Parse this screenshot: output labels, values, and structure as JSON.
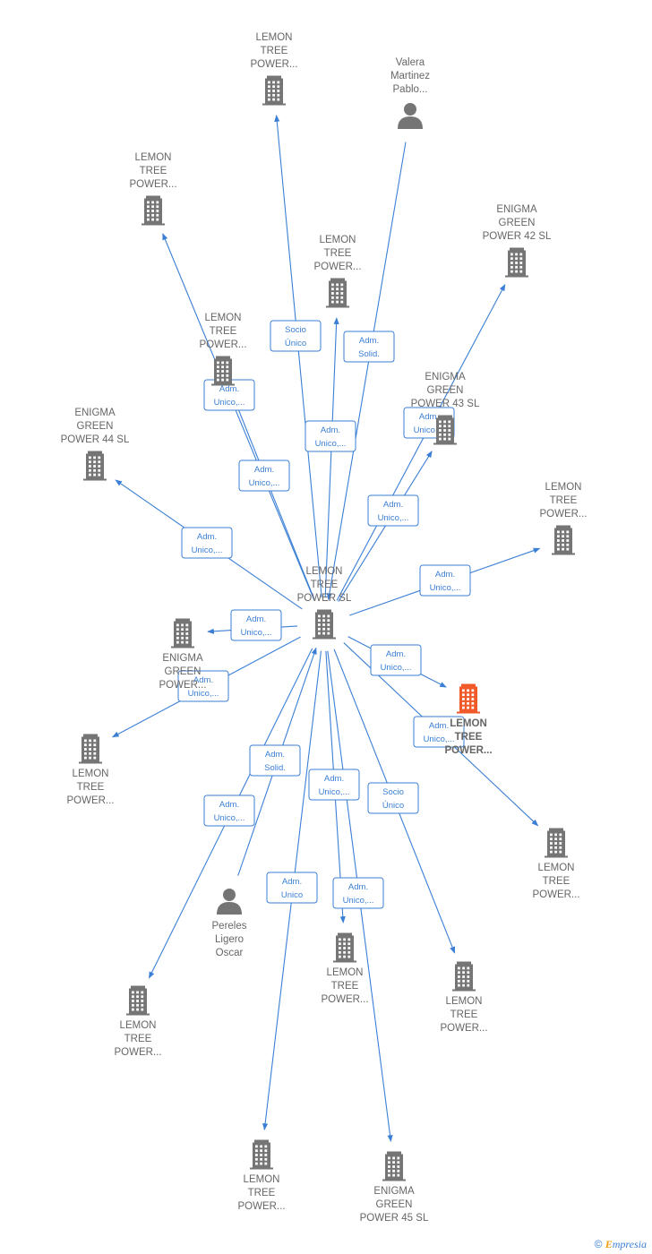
{
  "nodes": {
    "center": {
      "type": "company",
      "highlight": false,
      "label": [
        "LEMON",
        "TREE",
        "POWER SL"
      ]
    },
    "n_top": {
      "type": "company",
      "highlight": false,
      "label": [
        "LEMON",
        "TREE",
        "POWER..."
      ]
    },
    "n_valera": {
      "type": "person",
      "highlight": false,
      "label": [
        "Valera",
        "Martinez",
        "Pablo..."
      ]
    },
    "n_lt_upleft": {
      "type": "company",
      "highlight": false,
      "label": [
        "LEMON",
        "TREE",
        "POWER..."
      ]
    },
    "n_lt_upmid": {
      "type": "company",
      "highlight": false,
      "label": [
        "LEMON",
        "TREE",
        "POWER..."
      ]
    },
    "n_eg42": {
      "type": "company",
      "highlight": false,
      "label": [
        "ENIGMA",
        "GREEN",
        "POWER 42 SL"
      ]
    },
    "n_lt_midleft": {
      "type": "company",
      "highlight": false,
      "label": [
        "LEMON",
        "TREE",
        "POWER..."
      ]
    },
    "n_eg43": {
      "type": "company",
      "highlight": false,
      "label": [
        "ENIGMA",
        "GREEN",
        "POWER 43 SL"
      ]
    },
    "n_eg44": {
      "type": "company",
      "highlight": false,
      "label": [
        "ENIGMA",
        "GREEN",
        "POWER 44 SL"
      ]
    },
    "n_lt_right": {
      "type": "company",
      "highlight": false,
      "label": [
        "LEMON",
        "TREE",
        "POWER..."
      ]
    },
    "n_eg_left": {
      "type": "company",
      "highlight": false,
      "label": [
        "ENIGMA",
        "GREEN",
        "POWER..."
      ]
    },
    "n_highlight": {
      "type": "company",
      "highlight": true,
      "label": [
        "LEMON",
        "TREE",
        "POWER..."
      ]
    },
    "n_lt_left2": {
      "type": "company",
      "highlight": false,
      "label": [
        "LEMON",
        "TREE",
        "POWER..."
      ]
    },
    "n_lt_right2": {
      "type": "company",
      "highlight": false,
      "label": [
        "LEMON",
        "TREE",
        "POWER..."
      ]
    },
    "n_pereles": {
      "type": "person",
      "highlight": false,
      "label": [
        "Pereles",
        "Ligero",
        "Oscar"
      ]
    },
    "n_lt_bot_mid": {
      "type": "company",
      "highlight": false,
      "label": [
        "LEMON",
        "TREE",
        "POWER..."
      ]
    },
    "n_lt_bot_right": {
      "type": "company",
      "highlight": false,
      "label": [
        "LEMON",
        "TREE",
        "POWER..."
      ]
    },
    "n_lt_bot_left": {
      "type": "company",
      "highlight": false,
      "label": [
        "LEMON",
        "TREE",
        "POWER..."
      ]
    },
    "n_lt_bottom": {
      "type": "company",
      "highlight": false,
      "label": [
        "LEMON",
        "TREE",
        "POWER..."
      ]
    },
    "n_eg45": {
      "type": "company",
      "highlight": false,
      "label": [
        "ENIGMA",
        "GREEN",
        "POWER 45 SL"
      ]
    }
  },
  "edges": [
    {
      "from": "center",
      "to": "n_top",
      "label": [
        "Socio",
        "Único"
      ]
    },
    {
      "from": "n_valera",
      "to": "center",
      "label": [
        "Adm.",
        "Solid."
      ]
    },
    {
      "from": "center",
      "to": "n_lt_upleft",
      "label": [
        "Adm.",
        "Unico,..."
      ]
    },
    {
      "from": "center",
      "to": "n_lt_upmid",
      "label": [
        "Adm.",
        "Unico,..."
      ]
    },
    {
      "from": "center",
      "to": "n_eg42",
      "label": [
        "Adm.",
        "Unico,..."
      ]
    },
    {
      "from": "center",
      "to": "n_lt_midleft",
      "label": [
        "Adm.",
        "Unico,..."
      ]
    },
    {
      "from": "center",
      "to": "n_eg43",
      "label": [
        "Adm.",
        "Unico,..."
      ]
    },
    {
      "from": "center",
      "to": "n_eg44",
      "label": [
        "Adm.",
        "Unico,..."
      ]
    },
    {
      "from": "center",
      "to": "n_lt_right",
      "label": [
        "Adm.",
        "Unico,..."
      ]
    },
    {
      "from": "center",
      "to": "n_eg_left",
      "label": [
        "Adm.",
        "Unico,..."
      ]
    },
    {
      "from": "center",
      "to": "n_highlight",
      "label": [
        "Adm.",
        "Unico,..."
      ]
    },
    {
      "from": "center",
      "to": "n_lt_left2",
      "label": [
        "Adm.",
        "Unico,..."
      ]
    },
    {
      "from": "center",
      "to": "n_lt_right2",
      "label": [
        "Adm.",
        "Unico,..."
      ]
    },
    {
      "from": "n_pereles",
      "to": "center",
      "label": [
        "Adm.",
        "Solid."
      ]
    },
    {
      "from": "center",
      "to": "n_lt_bot_mid",
      "label": [
        "Adm.",
        "Unico,..."
      ]
    },
    {
      "from": "center",
      "to": "n_lt_bot_right",
      "label": [
        "Socio",
        "Único"
      ]
    },
    {
      "from": "center",
      "to": "n_lt_bot_left",
      "label": [
        "Adm.",
        "Unico,..."
      ]
    },
    {
      "from": "center",
      "to": "n_lt_bottom",
      "label": [
        "Adm.",
        "Unico"
      ]
    },
    {
      "from": "center",
      "to": "n_eg45",
      "label": [
        "Adm.",
        "Unico,..."
      ]
    }
  ],
  "footer": {
    "copyright": "©",
    "brand_initial": "E",
    "brand_rest": "mpresia"
  },
  "colors": {
    "edge": "#3a7fd5",
    "node": "#757575",
    "highlight": "#f05a28",
    "label": "#666666"
  }
}
